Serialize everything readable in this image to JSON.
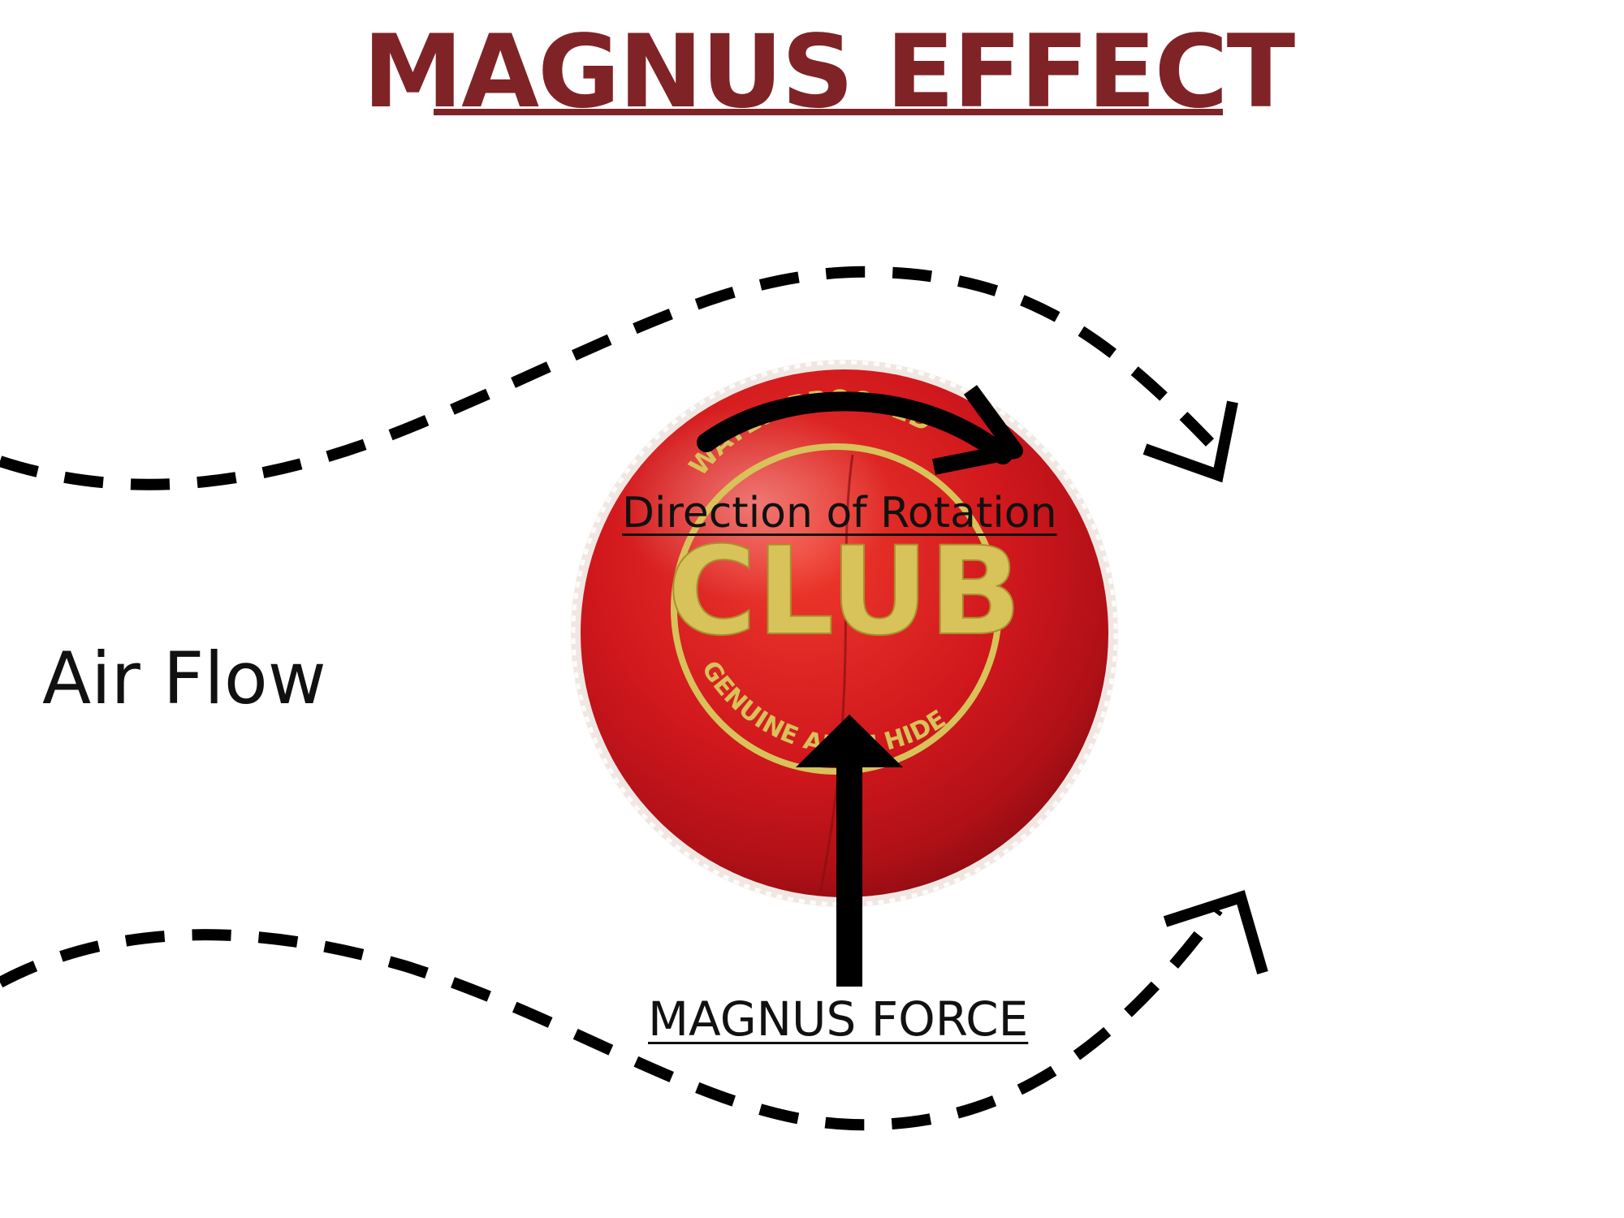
{
  "title": "MAGNUS EFFECT",
  "labels": {
    "air_flow": "Air Flow",
    "rotation": "Direction of Rotation",
    "force": "MAGNUS FORCE"
  },
  "ball": {
    "brand": "CLUB",
    "top_arc_text": "WATER PROOFED",
    "bottom_arc_text": "GENUINE ALUM HIDE"
  },
  "colors": {
    "title": "#7f2327",
    "ball": "#c8141b",
    "gold": "#d8c25a",
    "arrows": "#000000"
  }
}
